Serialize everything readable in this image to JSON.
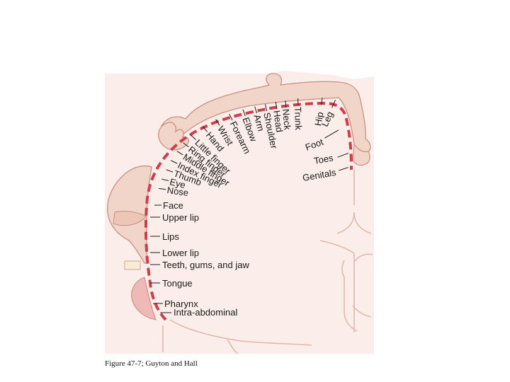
{
  "caption": "Figure 47-7; Guyton and Hall",
  "colors": {
    "panel": "#fbeeea",
    "homunculus": "#f2d5c9",
    "outline": "#c98f80",
    "dashes": "#cf3d4a",
    "tissue_lines": "#e2b8ab",
    "text": "#1a1a1a"
  },
  "labels_left": [
    "Upper lip",
    "Lips",
    "Lower lip",
    "Teeth, gums, and jaw",
    "Tongue",
    "Pharynx",
    "Intra-abdominal"
  ],
  "labels_arc": [
    "Face",
    "Nose",
    "Eye",
    "Thumb",
    "Index finger",
    "Middle finger",
    "Ring finger",
    "Little finger",
    "Hand",
    "Wrist",
    "Forearm",
    "Elbow",
    "Arm",
    "Shoulder",
    "Head",
    "Neck",
    "Trunk",
    "Hip",
    "Leg",
    "Foot",
    "Toes",
    "Genitals"
  ]
}
